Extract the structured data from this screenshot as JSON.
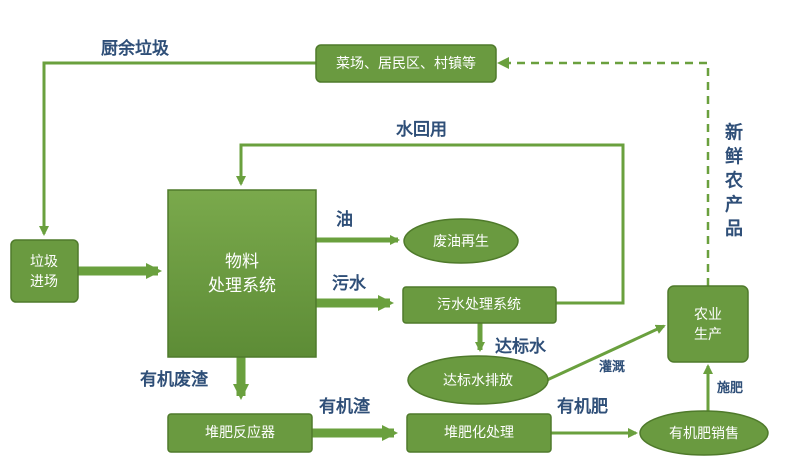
{
  "colors": {
    "box_fill": "#6a9a40",
    "box_border": "#4f7a2b",
    "arrow": "#6aa03e",
    "edge_text": "#2f4f78",
    "node_text": "#ffffff"
  },
  "nodes": {
    "vegetable_market": "菜场、居民区、村镇等",
    "garbage_intake": "垃圾\n进场",
    "material_system": "物料\n处理系统",
    "waste_oil": "废油再生",
    "sewage_treatment": "污水处理系统",
    "standard_discharge": "达标水排放",
    "compost_reactor": "堆肥反应器",
    "compost_processing": "堆肥化处理",
    "agriculture": "农业\n生产",
    "fertilizer_sales": "有机肥销售"
  },
  "edges": {
    "kitchen_waste": "厨余垃圾",
    "water_reuse": "水回用",
    "fresh_produce": "新\n鲜\n农\n产\n品",
    "oil": "油",
    "sewage": "污水",
    "standard_water": "达标水",
    "organic_waste": "有机废渣",
    "organic_residue": "有机渣",
    "organic_fertilizer": "有机肥",
    "irrigation": "灌溉",
    "fertilizing": "施肥"
  }
}
